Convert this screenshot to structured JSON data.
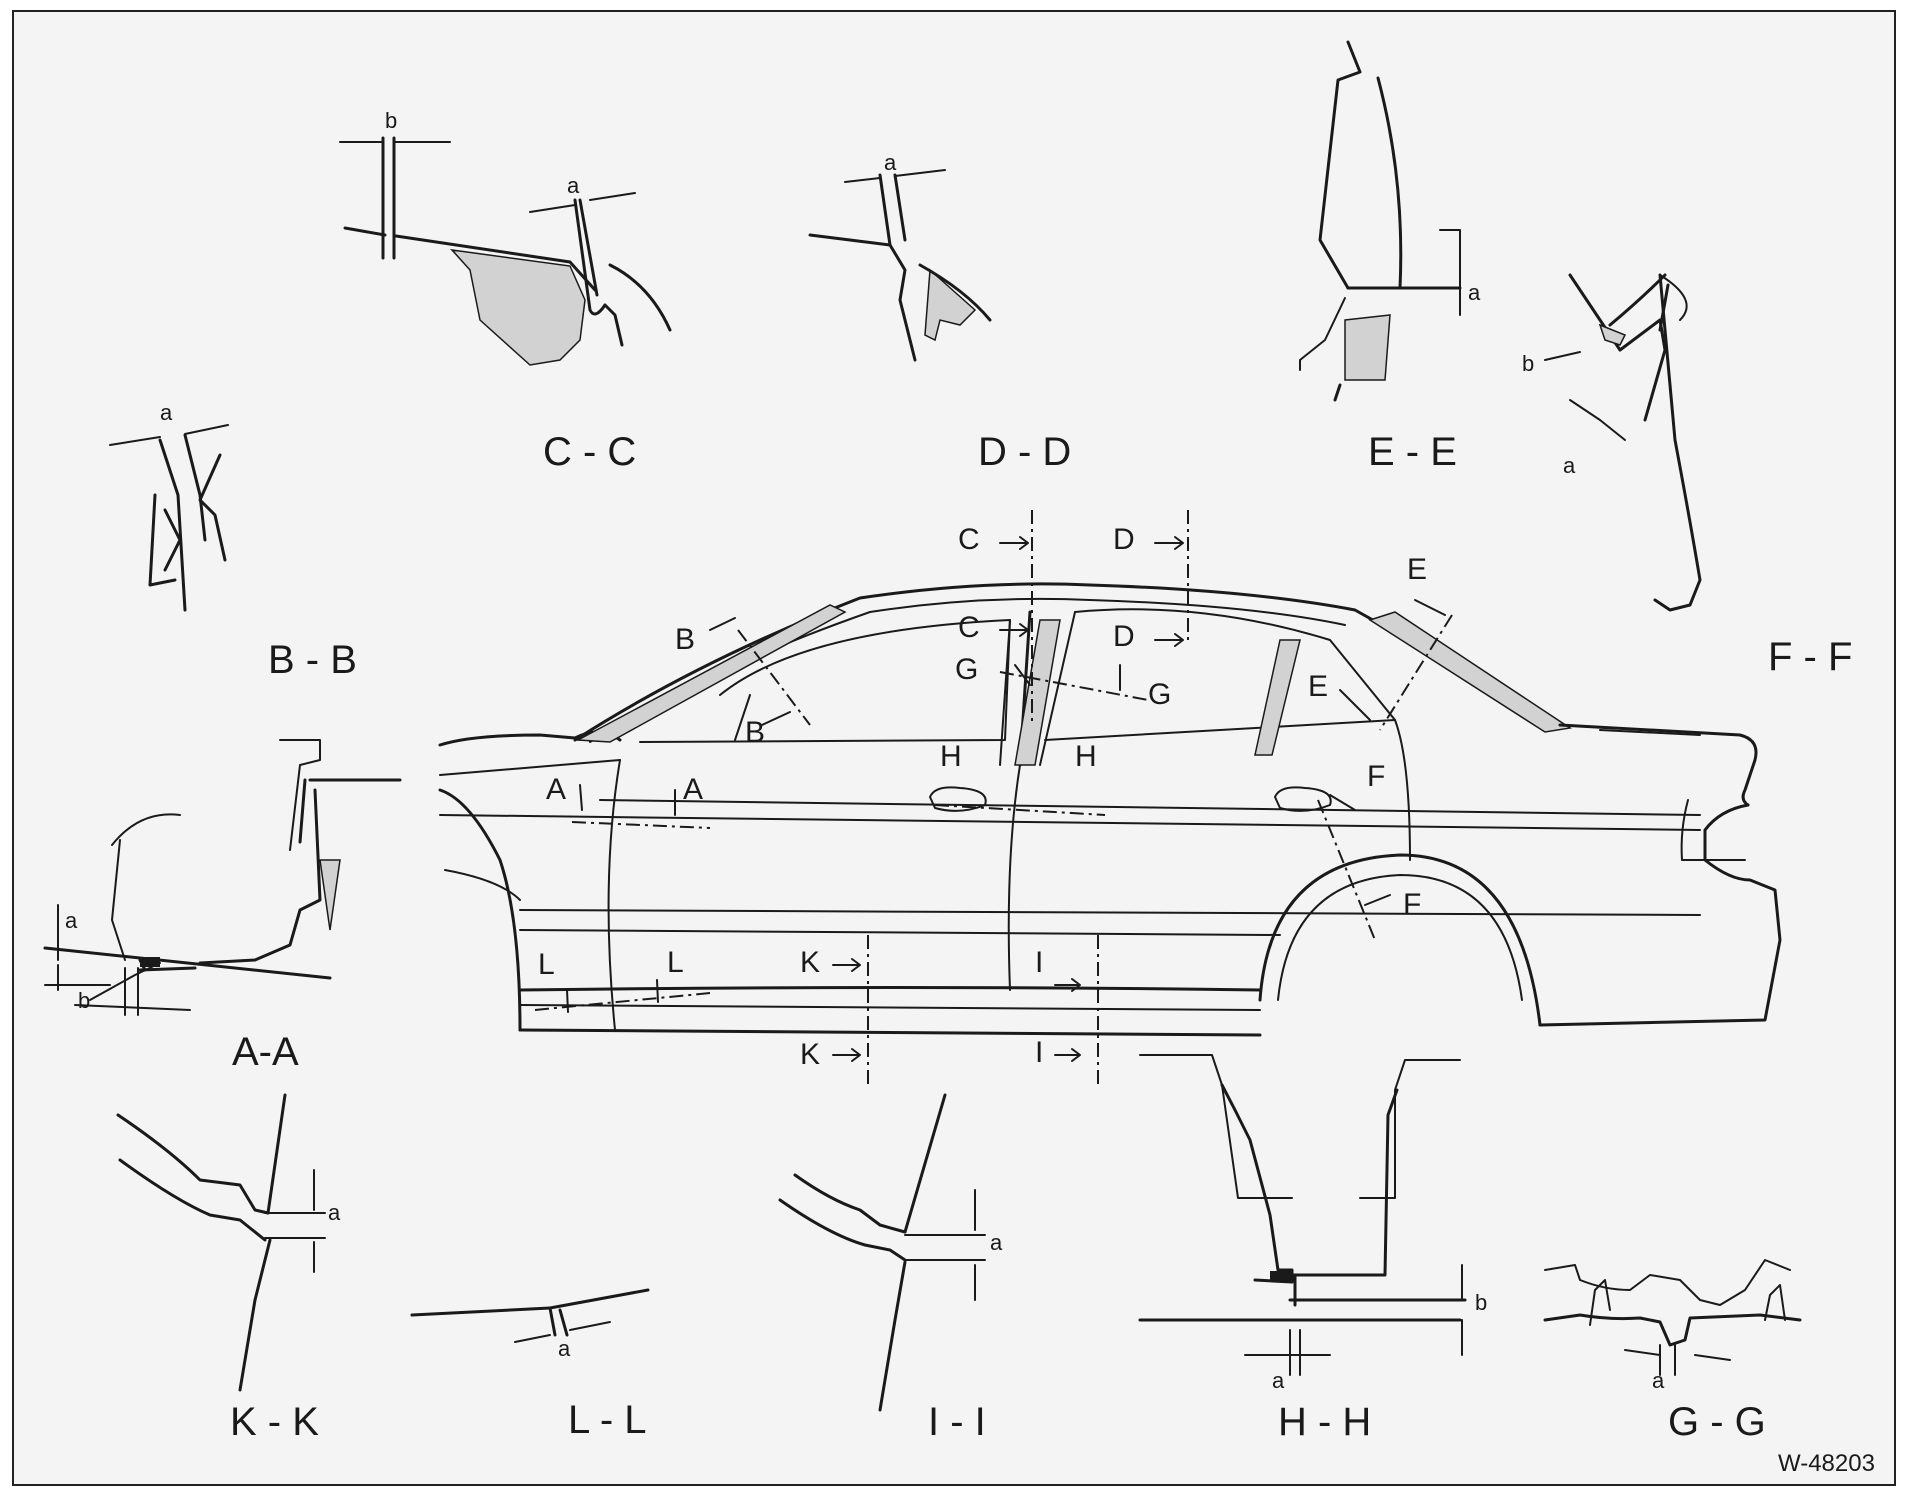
{
  "sections": {
    "cc": "C - C",
    "dd": "D - D",
    "ee": "E - E",
    "ff": "F - F",
    "bb": "B - B",
    "aa": "A-A",
    "kk": "K - K",
    "ll": "L - L",
    "ii": "I - I",
    "hh": "H - H",
    "gg": "G - G"
  },
  "markers": {
    "c": "C",
    "d": "D",
    "e": "E",
    "f": "F",
    "g": "G",
    "h": "H",
    "b": "B",
    "a": "A",
    "k": "K",
    "l": "L",
    "i": "I"
  },
  "dims": {
    "a": "a",
    "b": "b"
  },
  "figure_ref": "W-48203"
}
